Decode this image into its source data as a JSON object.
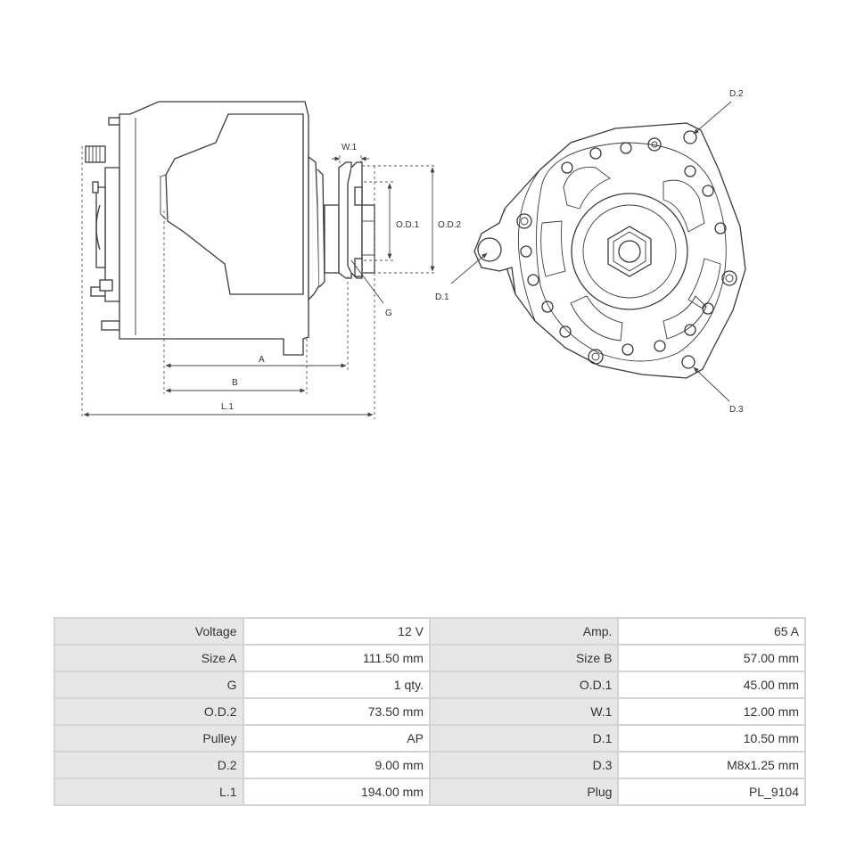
{
  "diagram_labels": {
    "w1": "W.1",
    "od1": "O.D.1",
    "od2": "O.D.2",
    "g": "G",
    "a": "A",
    "b": "B",
    "l1": "L.1",
    "d1": "D.1",
    "d2": "D.2",
    "d3": "D.3"
  },
  "specs": [
    {
      "label1": "Voltage",
      "value1": "12 V",
      "label2": "Amp.",
      "value2": "65 A"
    },
    {
      "label1": "Size A",
      "value1": "111.50 mm",
      "label2": "Size B",
      "value2": "57.00 mm"
    },
    {
      "label1": "G",
      "value1": "1 qty.",
      "label2": "O.D.1",
      "value2": "45.00 mm"
    },
    {
      "label1": "O.D.2",
      "value1": "73.50 mm",
      "label2": "W.1",
      "value2": "12.00 mm"
    },
    {
      "label1": "Pulley",
      "value1": "AP",
      "label2": "D.1",
      "value2": "10.50 mm"
    },
    {
      "label1": "D.2",
      "value1": "9.00 mm",
      "label2": "D.3",
      "value2": "M8x1.25 mm"
    },
    {
      "label1": "L.1",
      "value1": "194.00 mm",
      "label2": "Plug",
      "value2": "PL_9104"
    }
  ],
  "colors": {
    "line": "#3a3a3a",
    "label_cell": "#e6e6e6",
    "grid": "#d4d4d4"
  }
}
